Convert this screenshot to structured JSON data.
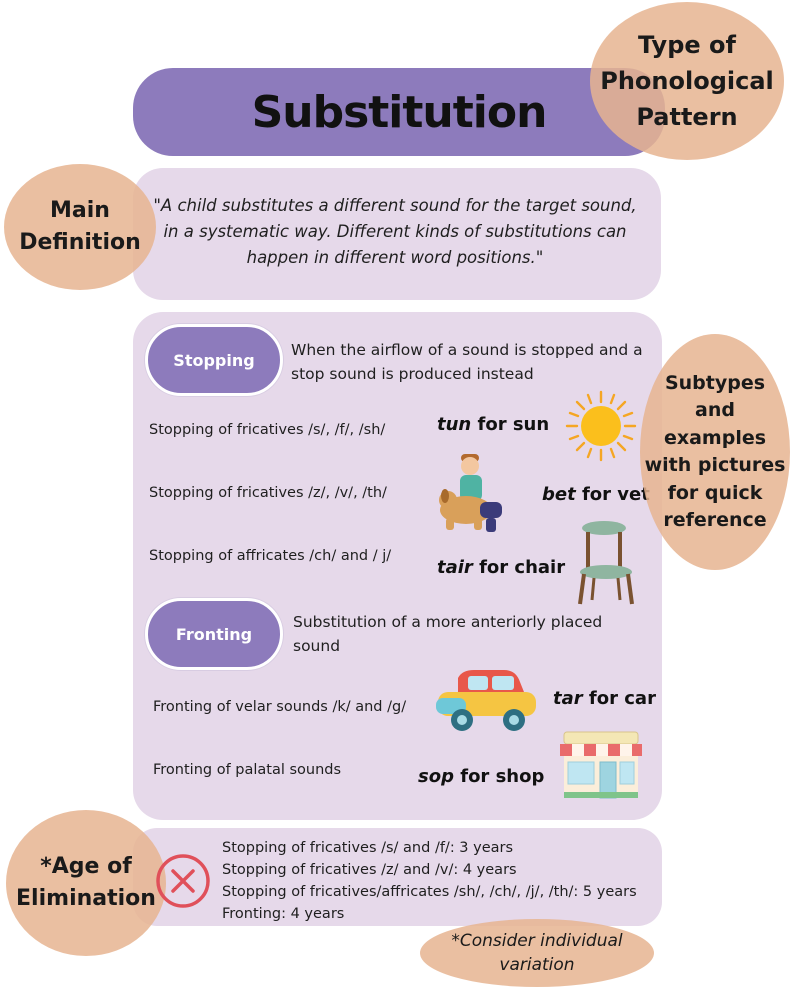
{
  "title": "Substitution",
  "labels": {
    "type_of_pattern": [
      "Type of",
      "Phonological",
      "Pattern"
    ],
    "main_definition": [
      "Main",
      "Definition"
    ],
    "subtypes": [
      "Subtypes",
      "and",
      "examples",
      "with pictures",
      "for quick",
      "reference"
    ],
    "age_of_elimination": [
      "*Age of",
      "Elimination"
    ]
  },
  "definition": "\"A child substitutes a different sound for the target sound, in a systematic way. Different kinds of substitutions can happen in different word positions.\"",
  "stopping": {
    "label": "Stopping",
    "description": "When the airflow of a sound is stopped and a stop sound is produced instead",
    "rows": [
      {
        "text": "Stopping of fricatives /s/, /f/, /sh/",
        "example_word": "tun",
        "example_rest": " for sun",
        "icon": "sun-icon"
      },
      {
        "text": "Stopping of fricatives /z/, /v/, /th/",
        "example_word": "bet",
        "example_rest": " for vet",
        "icon": "vet-with-dog-icon"
      },
      {
        "text": "Stopping of affricates /ch/ and / j/",
        "example_word": "tair",
        "example_rest": " for chair",
        "icon": "chair-icon"
      }
    ]
  },
  "fronting": {
    "label": "Fronting",
    "description": "Substitution of a more anteriorly placed sound",
    "rows": [
      {
        "text": "Fronting of velar sounds /k/ and /g/",
        "example_word": "tar",
        "example_rest": " for car",
        "icon": "car-icon"
      },
      {
        "text": "Fronting of palatal sounds",
        "example_word": "sop",
        "example_rest": " for shop",
        "icon": "shop-icon"
      }
    ]
  },
  "age": {
    "lines": [
      "Stopping of fricatives /s/ and /f/: 3 years",
      "Stopping of fricatives /z/ and /v/: 4 years",
      "Stopping of fricatives/affricates /sh/, /ch/, /j/, /th/: 5 years",
      "Fronting: 4 years"
    ],
    "icon": "x-circle-icon"
  },
  "note": [
    "*Consider individual",
    "variation"
  ],
  "colors": {
    "purple": "#8d7bbc",
    "lavender": "#e6d9ea",
    "peach": "#e6b491",
    "red": "#e0505a"
  }
}
